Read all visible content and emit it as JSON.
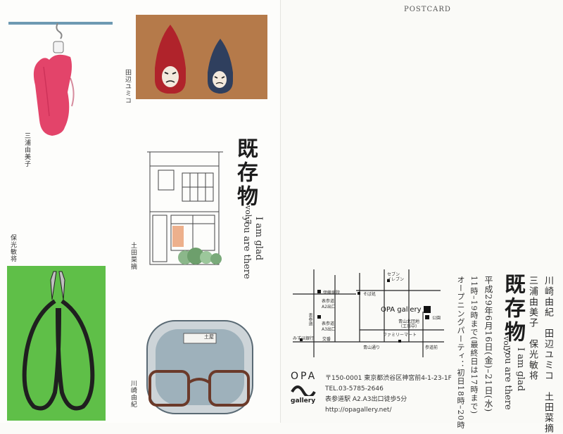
{
  "left_card": {
    "artists": {
      "miura": "三浦由美子",
      "tanabe": "田辺ユミコ",
      "tsuchida": "土田菜摘",
      "hokou": "保光敏将",
      "kawasaki": "川崎由紀"
    },
    "title": "既存物",
    "vol": "vol.7",
    "subtitle_line1": "I am glad",
    "subtitle_line2": "you are there",
    "glasses_case_text": "土屋"
  },
  "right_card": {
    "postcard_label": "POSTCARD",
    "artists_line1": "川崎由紀　田辺ユミコ　土田菜摘",
    "artists_line2": "三浦由美子　保光敏将",
    "title": "既存物",
    "vol": "vol.7",
    "subtitle_line1": "I am glad",
    "subtitle_line2": "you are there",
    "dates": "平成29年6月16日(金)–21日(水)",
    "hours": "11時–19時まで(最終日は17時まで)",
    "opening_party": "オープニングパーティ：初日18時–20時",
    "map": {
      "itou_hospital": "伊藤病院",
      "omotesando_a2": "表参道",
      "a2_exit": "A2出口",
      "omotesando_a3": "表参道",
      "a3_exit": "A3出口",
      "sando": "表参道",
      "seven": "セブン",
      "eleven": "イレブン",
      "soba": "そば処",
      "opa_gallery": "OPA gallery",
      "park": "公園",
      "aoyama_site": "青山北団地",
      "construction": "（工事中）",
      "mizuho": "みずほ銀行",
      "koban": "交番",
      "familymart": "ファミリーマート",
      "aoyama_street": "青山通り",
      "sando_street": "参道前"
    },
    "logo_top": "OPA",
    "logo_bottom": "gallery",
    "postal_address": "〒150-0001 東京都渋谷区神宮前4-1-23-1F",
    "tel": "TEL.03-5785-2646",
    "access": "表参道駅 A2.A3出口徒歩5分",
    "url": "http://opagallery.net/"
  }
}
